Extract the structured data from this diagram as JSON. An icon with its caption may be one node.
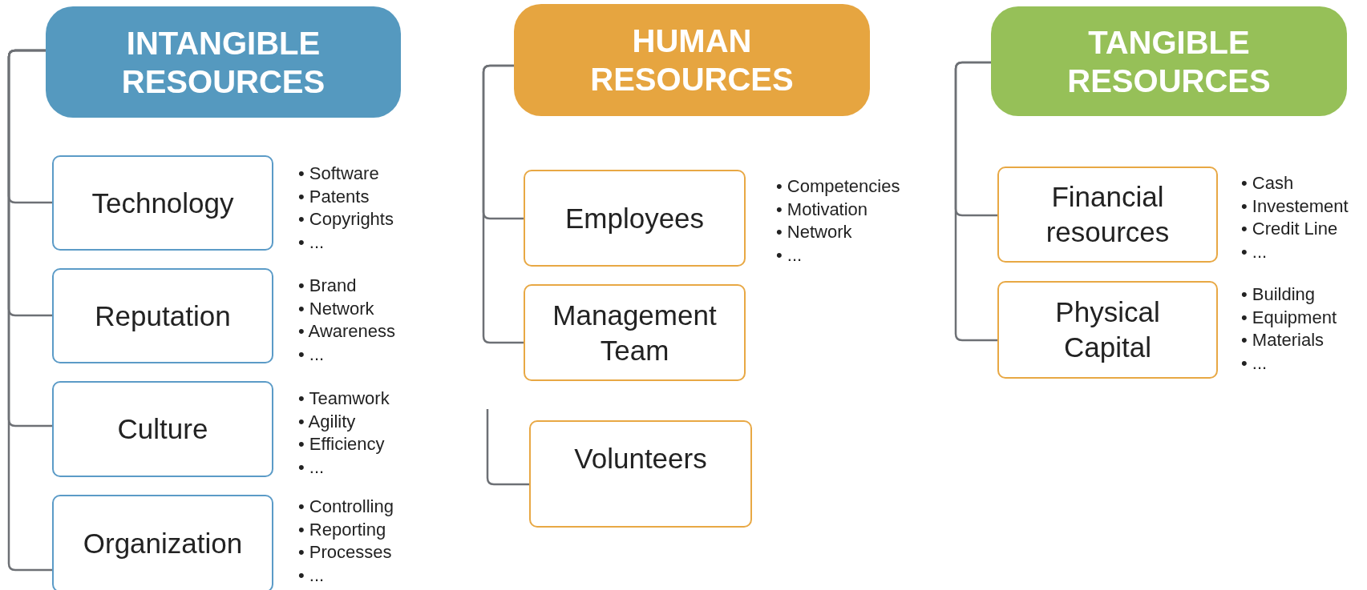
{
  "diagram": {
    "nodes": [
      {
        "text": [
          "INTANGIBLE RESOURCES"
        ]
      },
      {
        "text": [
          "Technology"
        ],
        "beside": [
          "• Software",
          "• Patents",
          "• Copyrights",
          "• ..."
        ]
      },
      {
        "text": [
          "Reputation"
        ],
        "beside": [
          "• Brand",
          "• Network",
          "• Awareness",
          "• ..."
        ]
      },
      {
        "text": [
          "Culture"
        ],
        "beside": [
          "• Teamwork",
          "• Agility",
          "• Efficiency",
          "• ..."
        ]
      },
      {
        "text": [
          "Organization"
        ],
        "beside": [
          "• Controlling",
          "• Reporting",
          "• Processes",
          "• ..."
        ]
      },
      {
        "text": [
          "HUMAN RESOURCES"
        ]
      },
      {
        "text": [
          "Employees"
        ],
        "beside": [
          "• Competencies",
          "• Motivation",
          "• Network",
          "• ..."
        ]
      },
      {
        "text": [
          "Management Team"
        ]
      },
      {
        "text": [
          "Volunteers"
        ]
      },
      {
        "text": [
          "TANGIBLE RESOURCES"
        ]
      },
      {
        "text": [
          "Financial resources"
        ],
        "beside": [
          "• Cash",
          "• Investement",
          "• Credit Line",
          "• ..."
        ]
      },
      {
        "text": [
          "Physical Capital"
        ],
        "beside": [
          "• Building",
          "• Equipment",
          "• Materials",
          "• ..."
        ]
      }
    ],
    "edges": [
      {
        "from": 0,
        "to": 1,
        "arrow": "none"
      },
      {
        "from": 0,
        "to": 2,
        "arrow": "none"
      },
      {
        "from": 0,
        "to": 3,
        "arrow": "none"
      },
      {
        "from": 0,
        "to": 4,
        "arrow": "none"
      },
      {
        "from": 5,
        "to": 6,
        "arrow": "none"
      },
      {
        "from": 5,
        "to": 7,
        "arrow": "none"
      },
      {
        "from": null,
        "to": 8,
        "arrow": "none"
      },
      {
        "from": 9,
        "to": 10,
        "arrow": "none"
      },
      {
        "from": 9,
        "to": 11,
        "arrow": "none"
      }
    ]
  }
}
